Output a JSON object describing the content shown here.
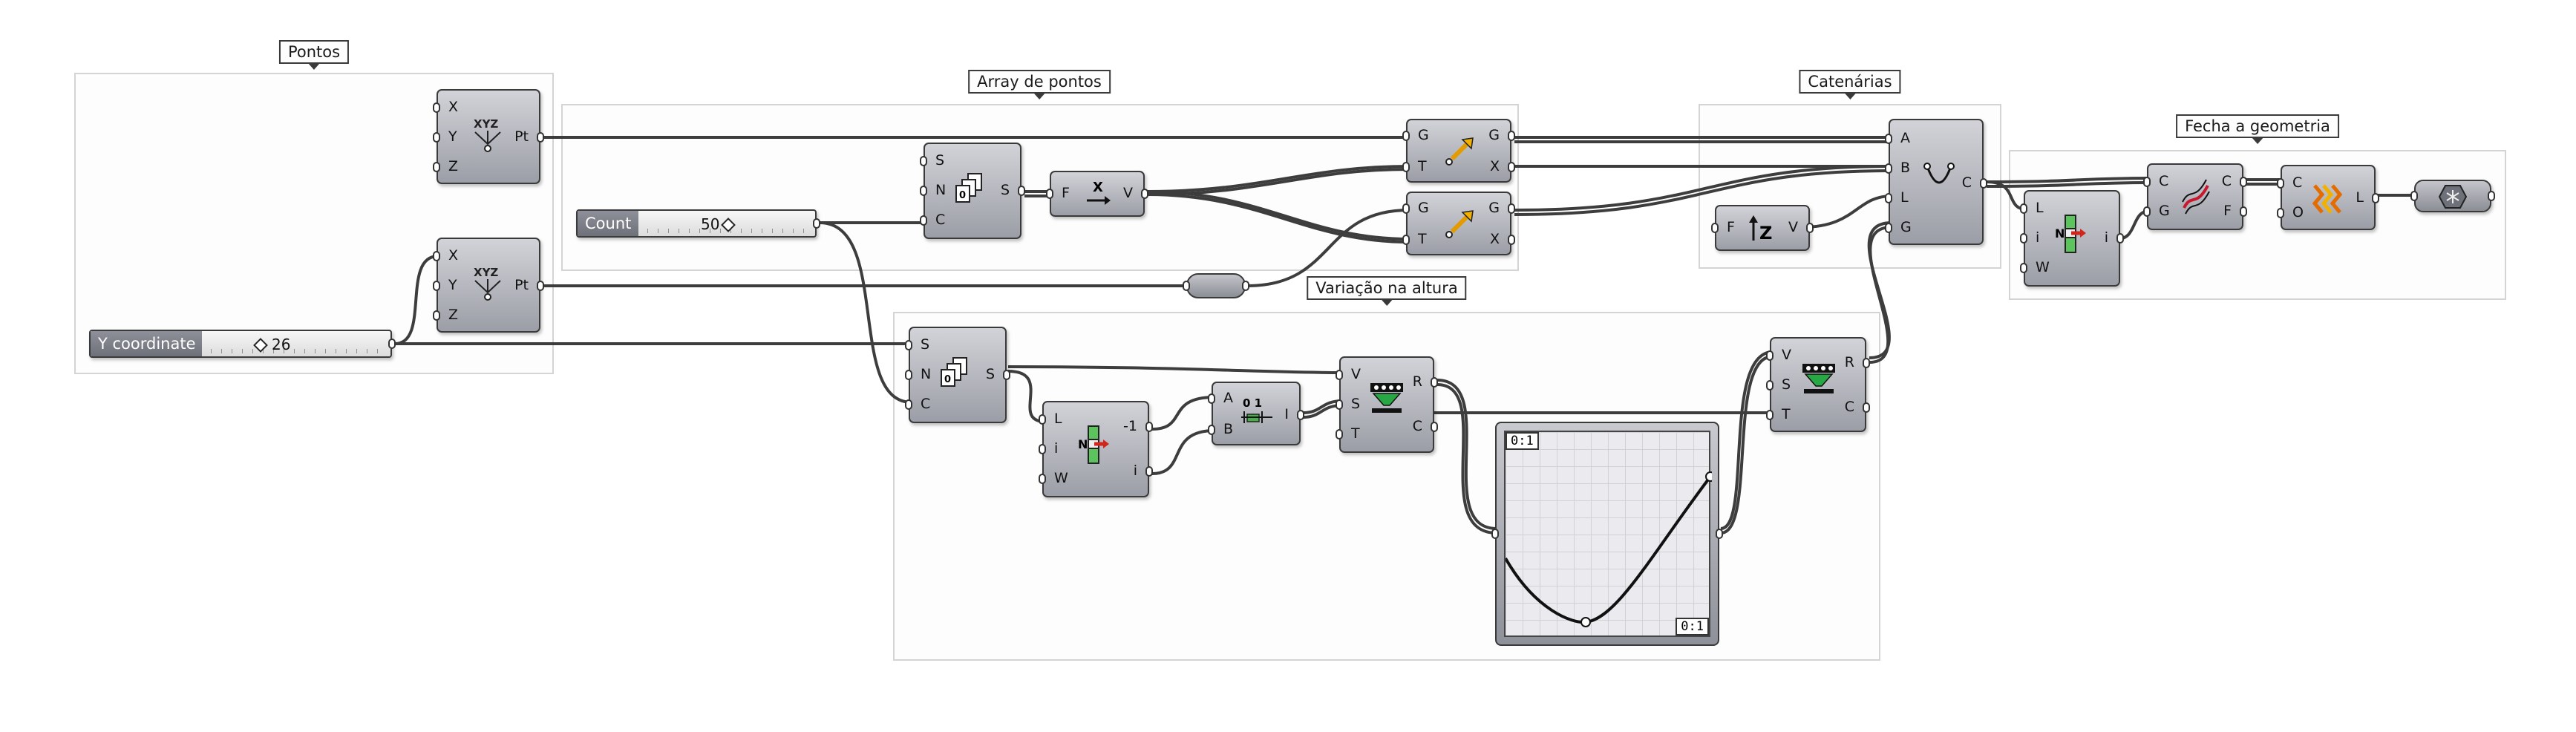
{
  "groups": {
    "pontos": "Pontos",
    "array": "Array de pontos",
    "catenarias": "Catenárias",
    "variacao": "Variação na altura",
    "fecha": "Fecha a geometria"
  },
  "sliders": {
    "count": {
      "label": "Count",
      "value": "50"
    },
    "ycoord": {
      "label": "Y coordinate",
      "value": "26"
    }
  },
  "pt1": {
    "inputs": [
      "X",
      "Y",
      "Z"
    ],
    "outputs": [
      "Pt"
    ]
  },
  "pt2": {
    "inputs": [
      "X",
      "Y",
      "Z"
    ],
    "outputs": [
      "Pt"
    ]
  },
  "series_top": {
    "inputs": [
      "S",
      "N",
      "C"
    ],
    "outputs": [
      "S"
    ]
  },
  "vecx": {
    "inputs": [
      "F"
    ],
    "outputs": [
      "V"
    ]
  },
  "move1": {
    "inputs": [
      "G",
      "T"
    ],
    "outputs": [
      "G",
      "X"
    ]
  },
  "move2": {
    "inputs": [
      "G",
      "T"
    ],
    "outputs": [
      "G",
      "X"
    ]
  },
  "catenary": {
    "inputs": [
      "A",
      "B",
      "L",
      "G"
    ],
    "outputs": [
      "C"
    ]
  },
  "vecz": {
    "inputs": [
      "F"
    ],
    "outputs": [
      "V"
    ]
  },
  "series_mid": {
    "inputs": [
      "S",
      "N",
      "C"
    ],
    "outputs": [
      "S"
    ]
  },
  "listitem1": {
    "inputs": [
      "L",
      "i",
      "W"
    ],
    "outputs": [
      "-1",
      "i"
    ]
  },
  "bounds": {
    "inputs": [
      "A",
      "B"
    ],
    "outputs": [
      "I"
    ]
  },
  "remap1": {
    "inputs": [
      "V",
      "S",
      "T"
    ],
    "outputs": [
      "R",
      "C"
    ]
  },
  "remap2": {
    "inputs": [
      "V",
      "S",
      "T"
    ],
    "outputs": [
      "R",
      "C"
    ]
  },
  "graph": {
    "domain_top": "0:1",
    "domain_bottom": "0:1"
  },
  "listitem2": {
    "inputs": [
      "L",
      "i",
      "W"
    ],
    "outputs": [
      "i"
    ]
  },
  "loft": {
    "inputs": [
      "C",
      "G"
    ],
    "outputs": [
      "C",
      "F"
    ]
  },
  "cap": {
    "inputs": [
      "C",
      "O"
    ],
    "outputs": [
      "L"
    ]
  },
  "colors": {
    "wire": "#3d3d3d",
    "component": "#a9abb3",
    "group_border": "#d4d4d4"
  }
}
